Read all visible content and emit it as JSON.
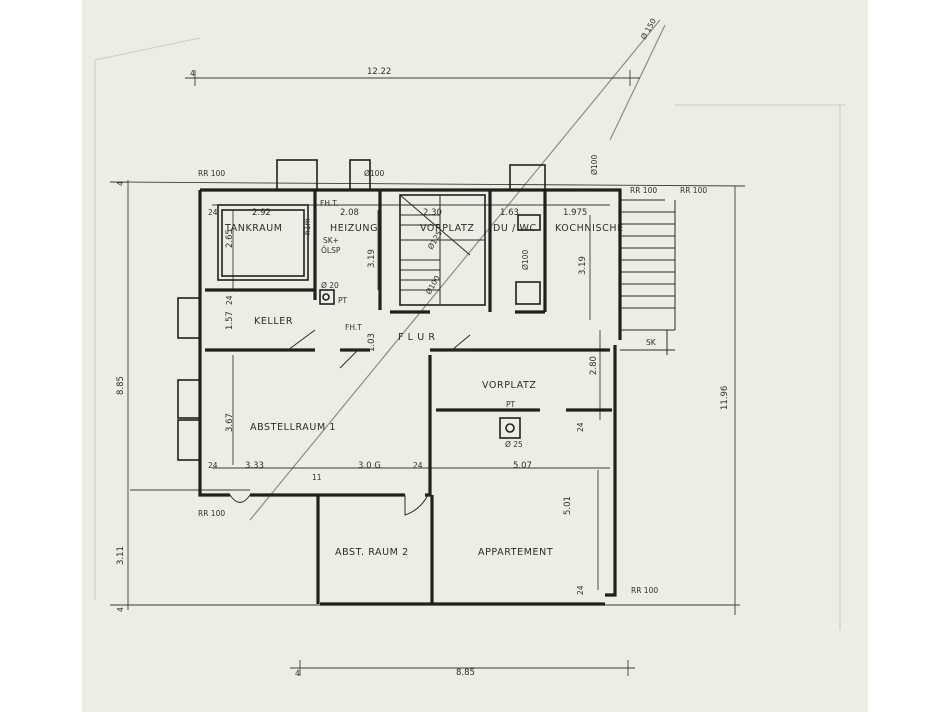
{
  "rooms": {
    "tankraum": "TANKRAUM",
    "heizung": "HEIZUNG",
    "vorplatz_upper": "VORPLATZ",
    "du_wc": "DU / WC",
    "kochnische": "KOCHNISCHE",
    "keller": "KELLER",
    "flur": "F L U R",
    "vorplatz_main": "VORPLATZ",
    "abstellraum1": "ABSTELLRAUM 1",
    "abstraum2": "ABST. RAUM  2",
    "appartement": "APPARTEMENT"
  },
  "dimensions": {
    "top_total": "12.22",
    "bottom_total": "8.85",
    "left_upper": "8.85",
    "left_lower": "3.11",
    "right_total": "11.96",
    "tankraum_w": "2.92",
    "heizung_w": "2.08",
    "vorplatz_w": "2.30",
    "du_w": "1.63",
    "koch_w": "1.975",
    "tank_h": "2.65",
    "stair_h": "3.19",
    "koch_h": "3.19",
    "keller_h": "1.57",
    "flur_h": "1.03",
    "vorplatz_h": "2.80",
    "abst_h": "3.67",
    "abst_w1": "3.33",
    "abst_w2": "3.0 G",
    "app_w": "5.07",
    "app_h": "5.01",
    "wall": "24",
    "wall4": "4",
    "wall11": "11"
  },
  "annotations": {
    "rr100": "RR 100",
    "o100": "Ø100",
    "o150": "Ø 150",
    "o125": "Ø125",
    "o20": "Ø 20",
    "o25": "Ø 25",
    "pt": "PT",
    "fht": "FH.T.",
    "fht2": "FH.T",
    "sk_olsp": "SK+",
    "olsp": "ÖLSP",
    "h1m": "h1m",
    "sk": "SK",
    "rr": "RR"
  }
}
